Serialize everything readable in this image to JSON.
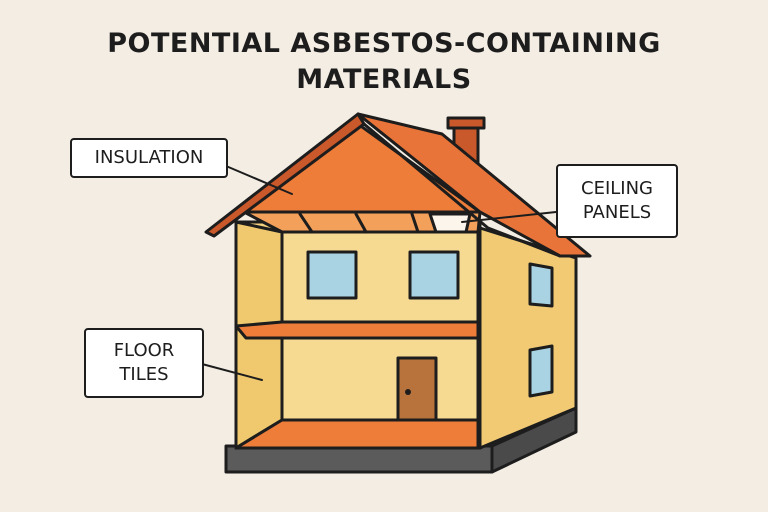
{
  "title": {
    "line1": "POTENTIAL ASBESTOS-CONTAINING",
    "line2": "MATERIALS"
  },
  "labels": {
    "insulation": "INSULATION",
    "ceiling_line1": "CEILING",
    "ceiling_line2": "PANELS",
    "floor_line1": "FLOOR",
    "floor_line2": "TILES"
  },
  "colors": {
    "background": "#f3ede4",
    "roof": "#e8743a",
    "wall": "#f4d27f",
    "wall_side": "#f1ca73",
    "window": "#a9d3e2",
    "door": "#b8733c",
    "floor": "#ee7d3a",
    "foundation": "#5b5b5b",
    "outline": "#1d1d1d"
  }
}
